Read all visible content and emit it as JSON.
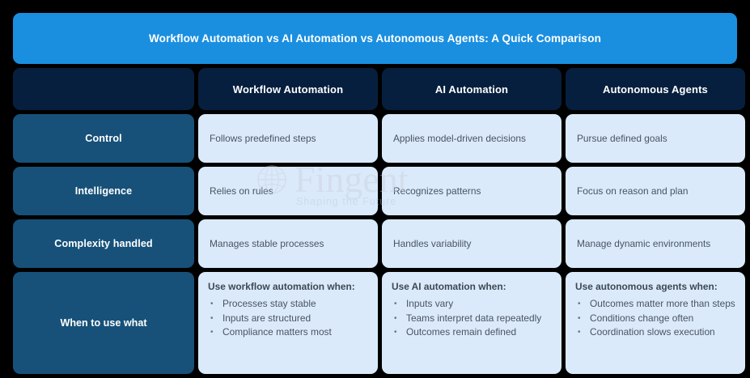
{
  "theme": {
    "background": "#000000",
    "banner_bg": "#1a8fe0",
    "header_bg": "#071f3e",
    "row_label_bg": "#175179",
    "cell_bg": "#daeafb",
    "body_text": "#4a5360",
    "header_text": "#ffffff"
  },
  "banner": {
    "title": "Workflow Automation vs AI Automation vs Autonomous Agents: A Quick Comparison"
  },
  "watermark": {
    "name": "Fingent",
    "tagline": "Shaping the Future",
    "icon": "globe-icon"
  },
  "table": {
    "headers": {
      "corner": "",
      "col1": "Workflow Automation",
      "col2": "AI Automation",
      "col3": "Autonomous Agents"
    },
    "rows": [
      {
        "label": "Control",
        "col1": "Follows predefined steps",
        "col2": "Applies model-driven decisions",
        "col3": "Pursue defined goals"
      },
      {
        "label": "Intelligence",
        "col1": "Relies on rules",
        "col2": "Recognizes patterns",
        "col3": "Focus on reason and plan"
      },
      {
        "label": "Complexity handled",
        "col1": "Manages stable processes",
        "col2": "Handles variability",
        "col3": "Manage dynamic environments"
      }
    ],
    "final_row": {
      "label": "When to use what",
      "col1": {
        "title": "Use workflow automation when:",
        "bullets": [
          "Processes stay stable",
          "Inputs are structured",
          "Compliance matters most"
        ]
      },
      "col2": {
        "title": "Use AI automation when:",
        "bullets": [
          "Inputs vary",
          "Teams interpret data repeatedly",
          "Outcomes remain defined"
        ]
      },
      "col3": {
        "title": "Use autonomous agents when:",
        "bullets": [
          "Outcomes matter more than steps",
          "Conditions change often",
          "Coordination slows execution"
        ]
      }
    }
  }
}
